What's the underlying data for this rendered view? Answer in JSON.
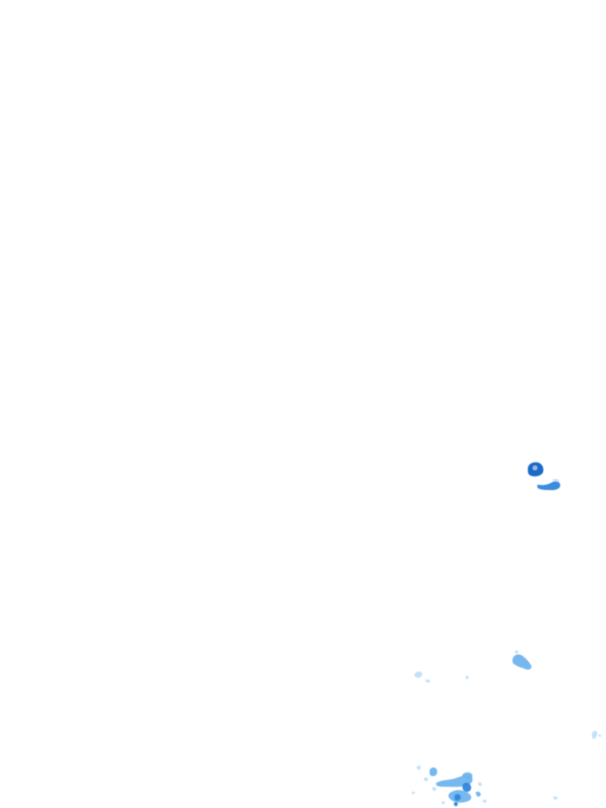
{
  "map": {
    "type": "weather-radar-precipitation-overlay",
    "background_color": "#ffffff",
    "intensity_colors": {
      "heavy": "#0b63c4",
      "moderate": "#2f86dc",
      "light": "#6fb4ee",
      "very_light": "#b7dcf8"
    },
    "echoes": [
      {
        "name": "echo-cell-heavy",
        "intensity": "heavy"
      },
      {
        "name": "echo-band-moderate",
        "intensity": "moderate"
      },
      {
        "name": "echo-patch-east",
        "intensity": "light"
      },
      {
        "name": "echo-fleck-west",
        "intensity": "very_light"
      },
      {
        "name": "echo-fleck-center",
        "intensity": "very_light"
      },
      {
        "name": "echo-fleck-far-east",
        "intensity": "very_light"
      },
      {
        "name": "echo-cluster-south",
        "intensity": "light"
      },
      {
        "name": "echo-cluster-south-core",
        "intensity": "moderate"
      },
      {
        "name": "echo-cluster-south-scatter",
        "intensity": "very_light"
      }
    ]
  }
}
